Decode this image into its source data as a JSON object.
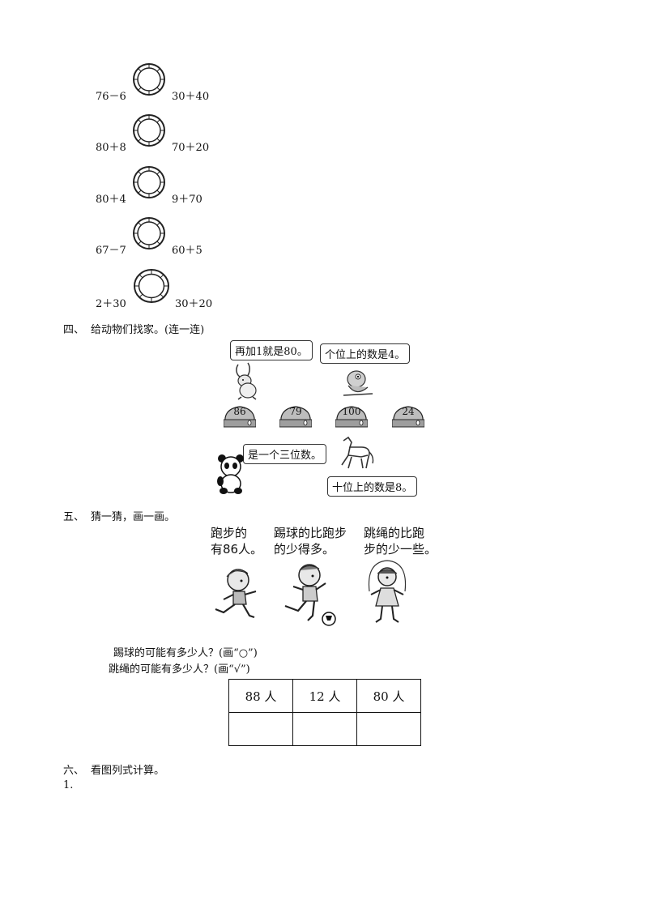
{
  "compare": {
    "rows": [
      {
        "left": "76－6",
        "right": "30＋40"
      },
      {
        "left": "80＋8",
        "right": "70＋20"
      },
      {
        "left": "80＋4",
        "right": "9＋70"
      },
      {
        "left": "67－7",
        "right": "60＋5"
      },
      {
        "left": "2＋30",
        "right": "30＋20"
      }
    ]
  },
  "section4": {
    "number": "四、",
    "title": "给动物们找家。(连一连)",
    "bubbles": {
      "rabbit": "再加1就是80。",
      "bird": "个位上的数是4。",
      "panda": "是一个三位数。",
      "horse": "十位上的数是8。"
    },
    "houses": [
      "86",
      "79",
      "100",
      "24"
    ]
  },
  "section5": {
    "number": "五、",
    "title": "猜一猜，画一画。",
    "captions": [
      "跑步的\n有86人。",
      "踢球的比跑步\n的少得多。",
      "跳绳的比跑\n步的少一些。"
    ],
    "question1": "踢球的可能有多少人？(画“○”)",
    "question2": "跳绳的可能有多少人？(画“√”)",
    "table_header": [
      "88 人",
      "12 人",
      "80 人"
    ]
  },
  "section6": {
    "number": "六、",
    "title": "看图列式计算。",
    "item": "1."
  }
}
